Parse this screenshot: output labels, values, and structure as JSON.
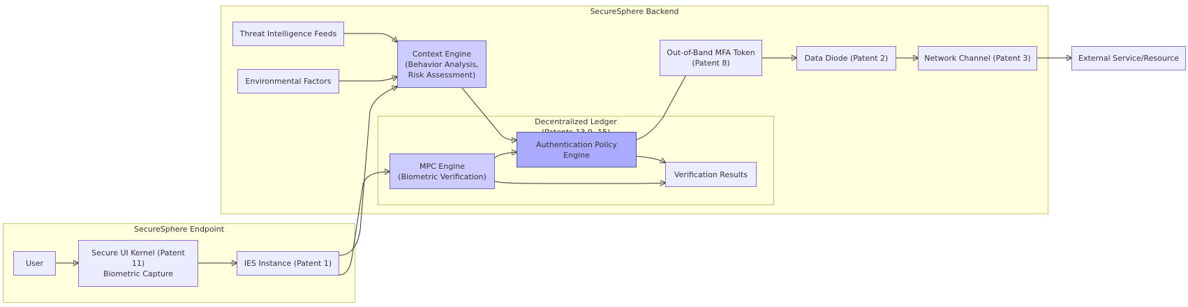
{
  "clusters": {
    "backend": "SecureSphere Backend",
    "ledger": "Decentralized Ledger",
    "ledger_sub": "(Patents 13.9, 15)",
    "endpoint": "SecureSphere Endpoint"
  },
  "nodes": {
    "threat": "Threat Intelligence Feeds",
    "env": "Environmental Factors",
    "context": "Context Engine\n(Behavior Analysis,\nRisk Assessment)",
    "mfa": "Out-of-Band MFA Token\n(Patent 8)",
    "diode": "Data Diode (Patent 2)",
    "network": "Network Channel (Patent 3)",
    "external": "External Service/Resource",
    "auth": "Authentication Policy\nEngine",
    "mpc": "MPC Engine\n(Biometric Verification)",
    "verif": "Verification Results",
    "user": "User",
    "kernel": "Secure UI Kernel (Patent\n11)\nBiometric Capture",
    "ies": "IES Instance (Patent 1)"
  }
}
